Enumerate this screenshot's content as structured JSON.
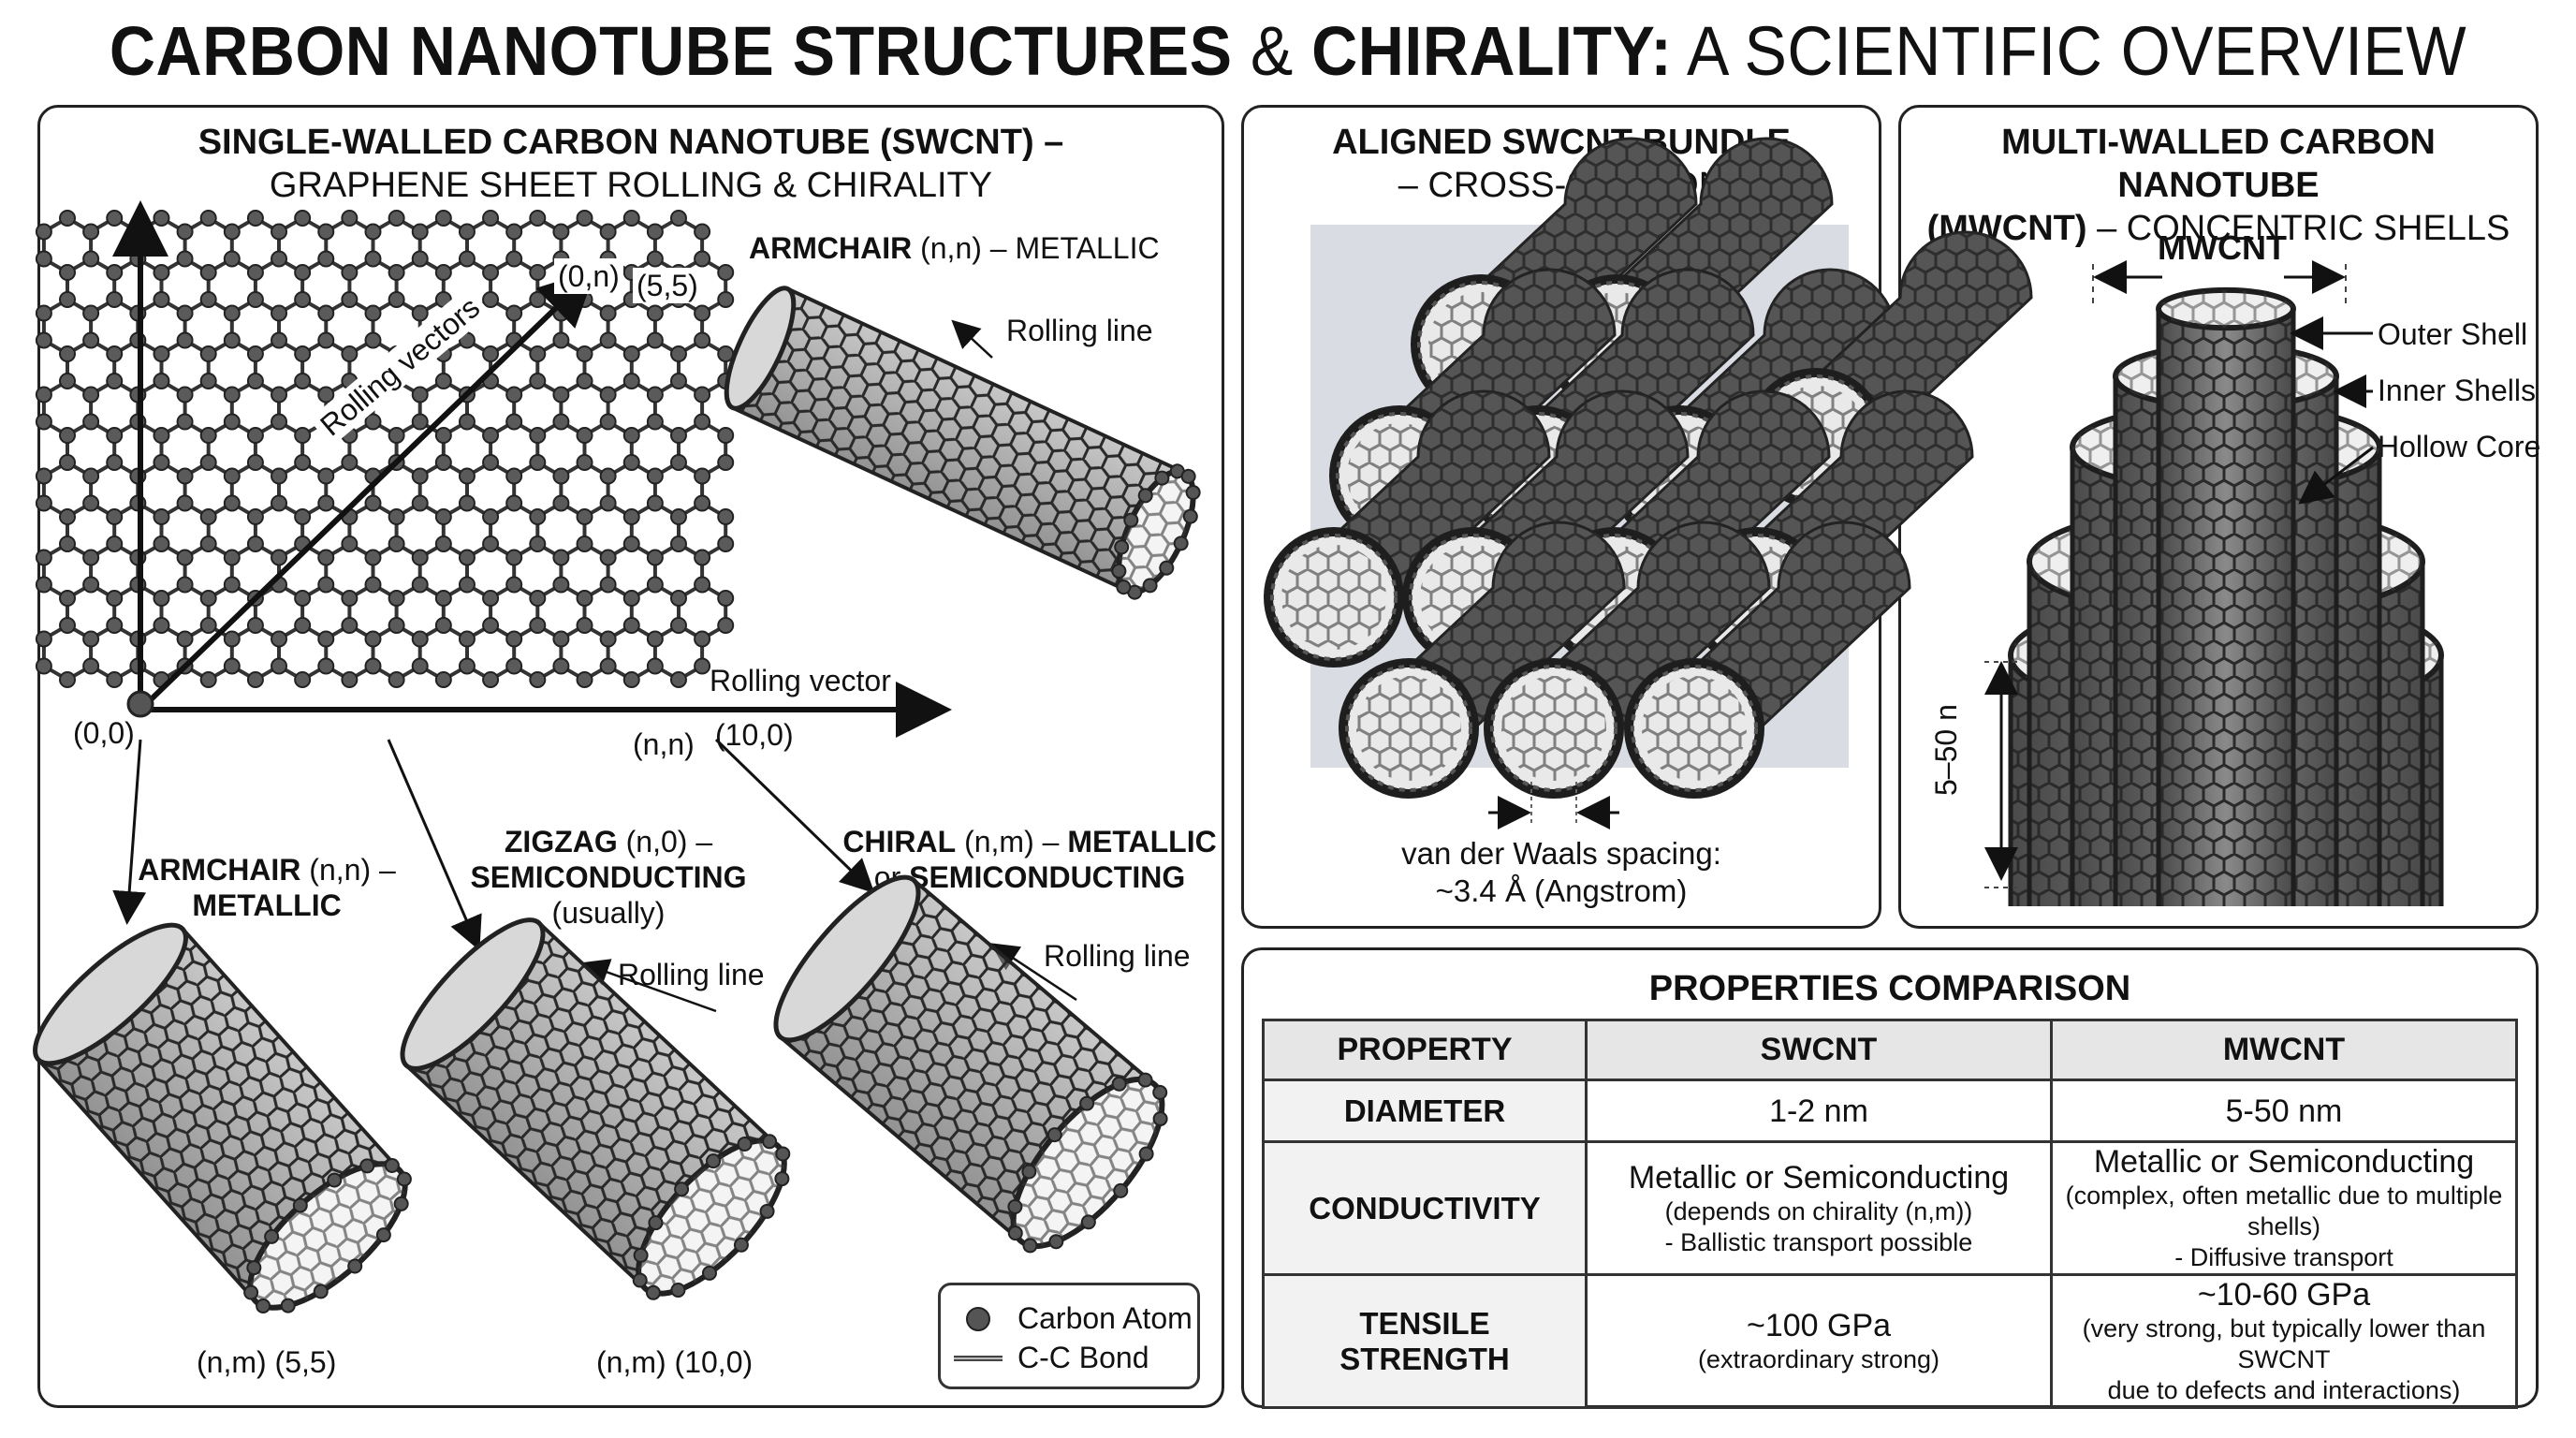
{
  "title": {
    "part1": "CARBON NANOTUBE STRUCTURES",
    "amp": "&",
    "part2": "CHIRALITY:",
    "part3": "A SCIENTIFIC OVERVIEW"
  },
  "swcnt_panel": {
    "title_line1": "SINGLE-WALLED CARBON NANOTUBE (SWCNT) –",
    "title_line2": "GRAPHENE SHEET ROLLING & CHIRALITY",
    "origin_label": "(0,0)",
    "nn_top_label": "(0,n)",
    "p55_label": "(5,5)",
    "rolling_vectors_label": "Rolling vectors",
    "rolling_vector_label": "Rolling vector",
    "nn_bottom_label": "(n,n)",
    "p100_label": "(10,0)",
    "armchair_top": {
      "bold": "ARMCHAIR",
      "rest": " (n,n) – METALLIC"
    },
    "rolling_line_label": "Rolling line",
    "armchair_bottom": {
      "line1_bold": "ARMCHAIR",
      "line1_rest": " (n,n) –",
      "line2": "METALLIC"
    },
    "zigzag": {
      "line1_bold": "ZIGZAG",
      "line1_rest": " (n,0) –",
      "line2": "SEMICONDUCTING",
      "line3": "(usually)"
    },
    "chiral": {
      "line1_bold": "CHIRAL",
      "line1_mid": " (n,m) – ",
      "line1_bold2": "METALLIC",
      "line2_pre": "or ",
      "line2_bold": "SEMICONDUCTING"
    },
    "tube1_caption": "(n,m) (5,5)",
    "tube2_caption": "(n,m) (10,0)",
    "legend": {
      "atom": "Carbon Atom",
      "bond": "C-C Bond"
    }
  },
  "bundle_panel": {
    "title_line1": "ALIGNED SWCNT BUNDLE",
    "title_line2": "– CROSS-SECTION",
    "spacing_line1": "van der Waals spacing:",
    "spacing_line2": "~3.4 Å (Angstrom)"
  },
  "mwcnt_panel": {
    "title_line1": "MULTI-WALLED CARBON NANOTUBE",
    "title_line2_bold": "(MWCNT)",
    "title_line2_rest": " – CONCENTRIC SHELLS",
    "dimension_label": "MWCNT",
    "outer_shell": "Outer Shell",
    "inner_shells": "Inner Shells",
    "hollow_core": "Hollow Core",
    "height_label": "5–50 n"
  },
  "properties": {
    "title": "PROPERTIES COMPARISON",
    "headers": [
      "PROPERTY",
      "SWCNT",
      "MWCNT"
    ],
    "rows": [
      {
        "name": "DIAMETER",
        "swcnt_main": "1-2 nm",
        "swcnt_sub1": "",
        "swcnt_sub2": "",
        "mwcnt_main": "5-50 nm",
        "mwcnt_sub1": "",
        "mwcnt_sub2": ""
      },
      {
        "name": "CONDUCTIVITY",
        "swcnt_main": "Metallic or Semiconducting",
        "swcnt_sub1": "(depends on chirality (n,m))",
        "swcnt_sub2": "- Ballistic transport possible",
        "mwcnt_main": "Metallic or Semiconducting",
        "mwcnt_sub1": "(complex, often metallic due to multiple shells)",
        "mwcnt_sub2": "- Diffusive transport"
      },
      {
        "name": "TENSILE STRENGTH",
        "swcnt_main": "~100 GPa",
        "swcnt_sub1": "(extraordinary strong)",
        "swcnt_sub2": "",
        "mwcnt_main": "~10-60 GPa",
        "mwcnt_sub1": "(very strong, but typically lower than SWCNT",
        "mwcnt_sub2": "due to defects and interactions)"
      }
    ]
  }
}
